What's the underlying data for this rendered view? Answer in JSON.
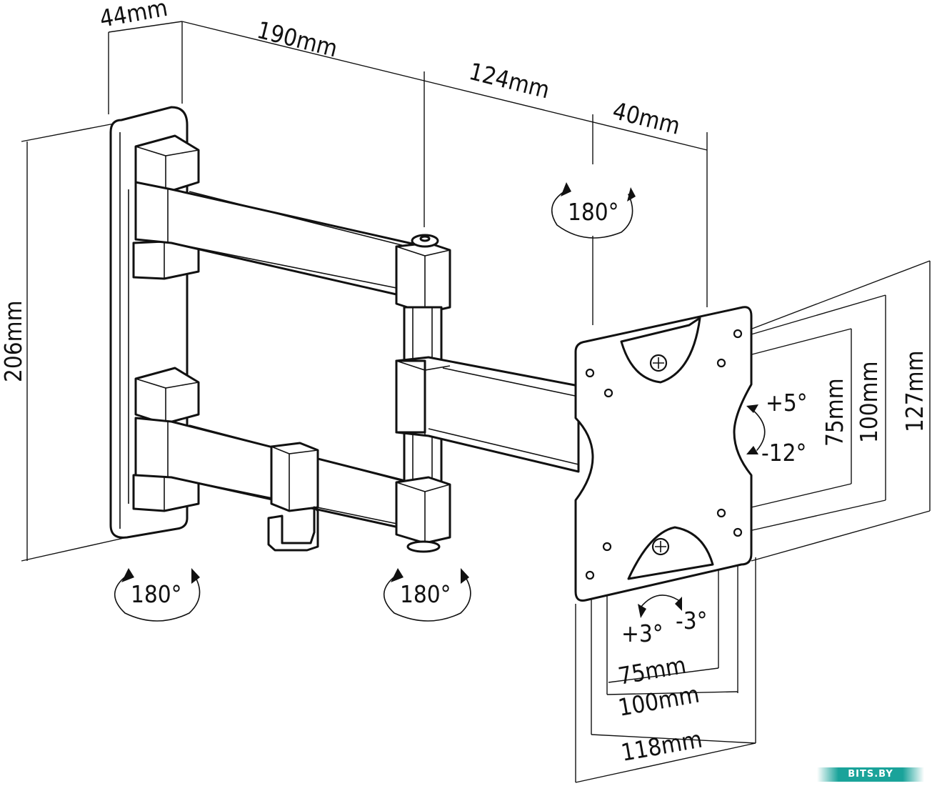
{
  "dimensions": {
    "wall_plate_depth": "44mm",
    "first_arm": "190mm",
    "second_arm": "124mm",
    "head": "40mm",
    "height": "206mm",
    "vesa_h_small": "75mm",
    "vesa_h_large": "100mm",
    "plate_height": "127mm",
    "vesa_w_small": "75mm",
    "vesa_w_large": "100mm",
    "plate_width": "118mm"
  },
  "rotation": {
    "swivel_head": "180°",
    "swivel_wall": "180°",
    "swivel_elbow": "180°",
    "tilt_up": "+5°",
    "tilt_down": "-12°",
    "level_plus": "+3°",
    "level_minus": "-3°"
  },
  "watermark": {
    "text": "BITS.BY",
    "colors": [
      "#1aa39a",
      "#ffffff"
    ]
  }
}
